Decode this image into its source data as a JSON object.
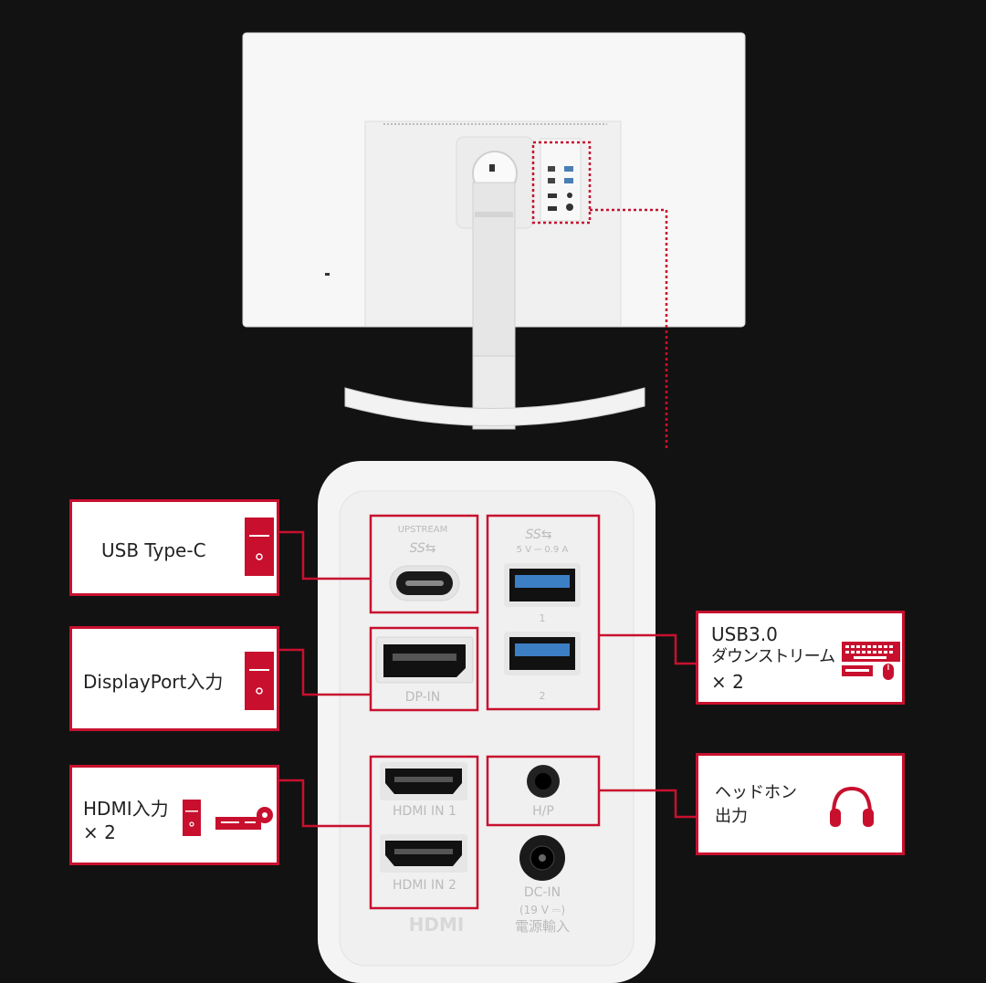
{
  "colors": {
    "background": "#121212",
    "accent": "#c8102e",
    "panel": "#f4f4f4"
  },
  "callouts": {
    "usb_c": "USB Type-C",
    "displayport": "DisplayPort入力",
    "hdmi": "HDMI入力\n× 2",
    "usb3_line1": "USB3.0",
    "usb3_line2": "ダウンストリーム",
    "usb3_line3": "× 2",
    "headphone": "ヘッドホン\n出力"
  },
  "panel_labels": {
    "upstream": "UPSTREAM",
    "ss_logo": "SS⇆",
    "usb_power": "5 V ⎓ 0.9 A",
    "port1": "1",
    "port2": "2",
    "dp_in": "DP-IN",
    "hdmi1": "HDMI IN 1",
    "hdmi2": "HDMI IN 2",
    "hp": "H/P",
    "dc_in": "DC-IN",
    "dc_rating": "(19 V ⎓)",
    "dc_jp": "電源輸入",
    "hdmi_logo": "HDMI"
  },
  "icons": [
    "pc-tower-icon",
    "keyboard-icon",
    "mouse-icon",
    "game-console-icon",
    "headphones-icon"
  ]
}
